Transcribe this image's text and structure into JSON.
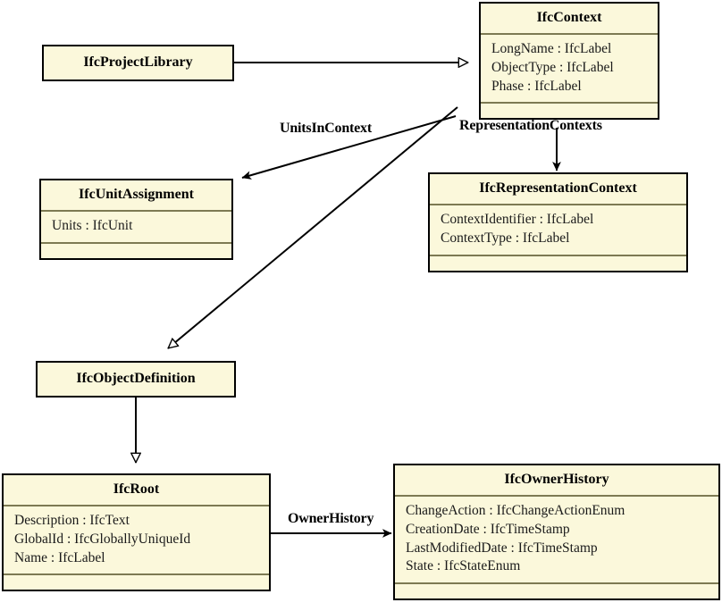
{
  "diagram": {
    "type": "uml-class-diagram",
    "background": "#ffffff",
    "box_fill": "#fbf8db",
    "box_border": "#000000",
    "separator_color": "#7d7a53",
    "line_color": "#000000"
  },
  "classes": {
    "ifc_context": {
      "name": "IfcContext",
      "attributes": [
        "LongName : IfcLabel",
        "ObjectType : IfcLabel",
        "Phase : IfcLabel"
      ]
    },
    "ifc_project_library": {
      "name": "IfcProjectLibrary",
      "attributes": []
    },
    "ifc_unit_assignment": {
      "name": "IfcUnitAssignment",
      "attributes": [
        "Units : IfcUnit"
      ]
    },
    "ifc_representation_context": {
      "name": "IfcRepresentationContext",
      "attributes": [
        "ContextIdentifier : IfcLabel",
        "ContextType : IfcLabel"
      ]
    },
    "ifc_object_definition": {
      "name": "IfcObjectDefinition",
      "attributes": []
    },
    "ifc_root": {
      "name": "IfcRoot",
      "attributes": [
        "Description : IfcText",
        "GlobalId : IfcGloballyUniqueId",
        "Name : IfcLabel"
      ]
    },
    "ifc_owner_history": {
      "name": "IfcOwnerHistory",
      "attributes": [
        "ChangeAction : IfcChangeActionEnum",
        "CreationDate : IfcTimeStamp",
        "LastModifiedDate : IfcTimeStamp",
        "State : IfcStateEnum"
      ]
    }
  },
  "relations": {
    "units_in_context": {
      "label": "UnitsInContext",
      "from": "IfcContext",
      "to": "IfcUnitAssignment",
      "arrow": "solid-open-association"
    },
    "representation_contexts": {
      "label": "RepresentationContexts",
      "from": "IfcContext",
      "to": "IfcRepresentationContext",
      "arrow": "solid-open-association"
    },
    "owner_history": {
      "label": "OwnerHistory",
      "from": "IfcRoot",
      "to": "IfcOwnerHistory",
      "arrow": "solid-open-association"
    },
    "project_library_generalization": {
      "label": "",
      "from": "IfcProjectLibrary",
      "to": "IfcContext",
      "arrow": "hollow-triangle-generalization"
    },
    "context_generalization": {
      "label": "",
      "from": "IfcContext",
      "to": "IfcObjectDefinition",
      "arrow": "hollow-triangle-generalization"
    },
    "object_definition_generalization": {
      "label": "",
      "from": "IfcObjectDefinition",
      "to": "IfcRoot",
      "arrow": "hollow-triangle-generalization"
    }
  }
}
